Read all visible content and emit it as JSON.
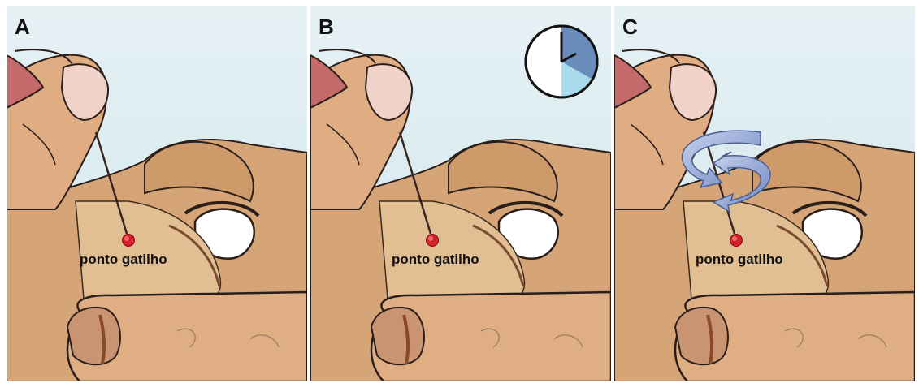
{
  "panels": [
    {
      "letter": "A",
      "label": "ponto gatilho"
    },
    {
      "letter": "B",
      "label": "ponto gatilho"
    },
    {
      "letter": "C",
      "label": "ponto gatilho"
    }
  ],
  "colors": {
    "sky": "#dcebf0",
    "skin": "#d4a57a",
    "skin_light": "#e2b98e",
    "outline": "#2a1e1a",
    "trigger_point": "#d61f2a",
    "clock_elapsed": "#6a8cba",
    "clock_quarter": "#a8dced",
    "rotation_arrow": "#9aaedc"
  },
  "icons": {
    "clock": "clock-icon",
    "rotation": "rotation-arrows-icon"
  }
}
